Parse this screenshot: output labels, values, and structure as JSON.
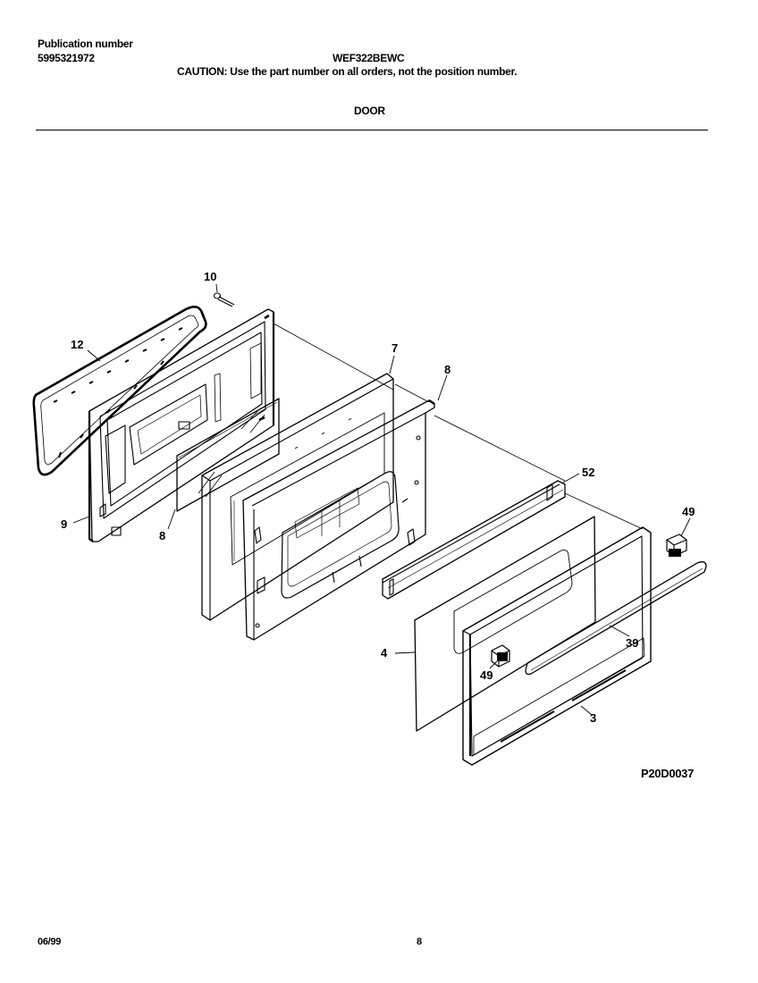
{
  "header": {
    "publication_label": "Publication number",
    "publication_number": "5995321972",
    "model_number": "WEF322BEWC",
    "caution": "CAUTION:  Use the part number on all orders, not the position number.",
    "section_title": "DOOR"
  },
  "diagram": {
    "code": "P20D0037",
    "callouts": {
      "c10": "10",
      "c12": "12",
      "c9": "9",
      "c8a": "8",
      "c7": "7",
      "c8b": "8",
      "c52": "52",
      "c49a": "49",
      "c4": "4",
      "c49b": "49",
      "c39": "39",
      "c3": "3"
    }
  },
  "footer": {
    "date": "06/99",
    "page": "8"
  }
}
